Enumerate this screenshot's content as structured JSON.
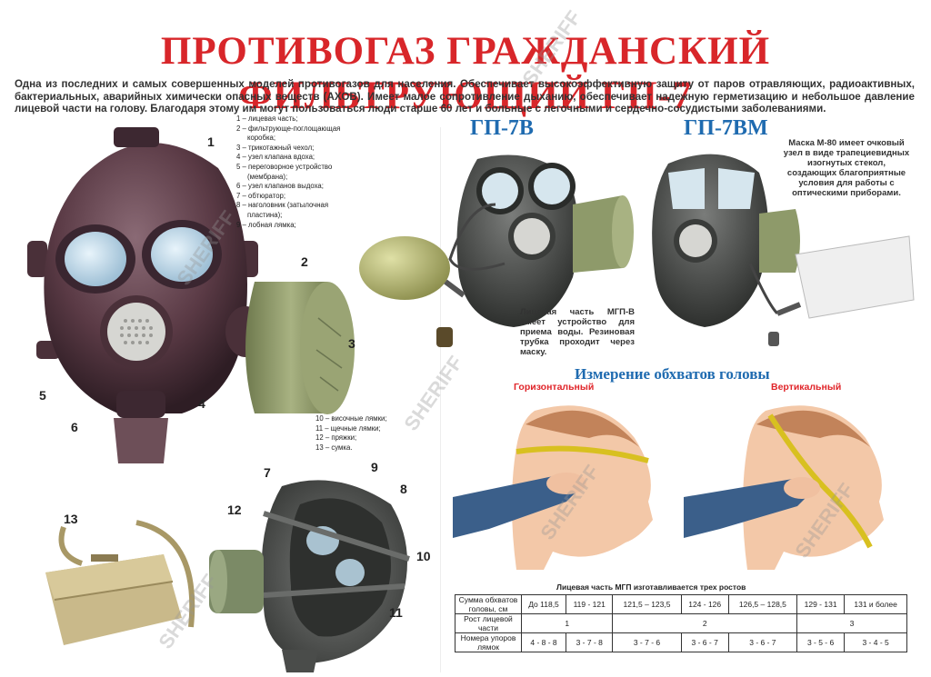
{
  "title": "ПРОТИВОГАЗ ГРАЖДАНСКИЙ ФИЛЬТРУЮЩИЙ ГП-7",
  "intro": "Одна из последних и самых совершенных моделей противогазов для населения. Обеспечивает высокоэффективную защиту от паров отравляющих, радиоактивных, бактериальных, аварийных химически опасных веществ (АХОВ). Имеет малое сопротивление дыханию, обеспечивает надежную герметизацию и небольшое давление лицевой части на голову. Благодаря этому им могут пользоваться люди старше 60 лет и больные с легочными и сердечно-сосудистыми заболеваниями.",
  "legend_top": [
    "1 – лицевая часть;",
    "2 – фильтрующе-поглощающая",
    "коробка;",
    "3 – трикотажный чехол;",
    "4 – узел клапана вдоха;",
    "5 – переговорное устройство",
    "(мембрана);",
    "6 – узел клапанов выдоха;",
    "7 – обтюратор;",
    "8 – наголовник (затылочная",
    "пластина);",
    "9 – лобная лямка;"
  ],
  "legend_bottom": [
    "10 – височные лямки;",
    "11 – щечные лямки;",
    "12 – пряжки;",
    "13 – сумка."
  ],
  "callouts": {
    "n1": "1",
    "n2": "2",
    "n3": "3",
    "n4": "4",
    "n5": "5",
    "n6": "6",
    "n7": "7",
    "n8": "8",
    "n9": "9",
    "n10": "10",
    "n11": "11",
    "n12": "12",
    "n13": "13"
  },
  "variants": {
    "v1": "ГП-7В",
    "v2": "ГП-7ВМ"
  },
  "note_v": "Лицевая часть МГП-В имеет устройство для приема воды. Резиновая трубка проходит через маску.",
  "note_vm": "Маска М-80 имеет очковый узел в виде трапециевидных изогнутых стекол, создающих благоприятные условия для работы с оптическими приборами.",
  "measure": {
    "heading": "Измерение обхватов головы",
    "horizontal": "Горизонтальный",
    "vertical": "Вертикальный"
  },
  "table": {
    "caption": "Лицевая часть МГП изготавливается трех ростов",
    "row1_label": "Сумма обхватов головы, см",
    "row1": [
      "До 118,5",
      "119 - 121",
      "121,5 – 123,5",
      "124 - 126",
      "126,5 – 128,5",
      "129 - 131",
      "131 и более"
    ],
    "row2_label": "Рост лицевой части",
    "row2": [
      "1",
      "2",
      "3"
    ],
    "row3_label": "Номера упоров лямок",
    "row3": [
      "4 - 8 - 8",
      "3 - 7 - 8",
      "3 - 7 - 6",
      "3 - 6 - 7",
      "3 - 6 - 7",
      "3 - 5 - 6",
      "3 - 4 - 5"
    ]
  },
  "watermark": "SHERIFF",
  "colors": {
    "title": "#d8262a",
    "blue": "#1f6bb0",
    "rubber": "#5a3a45",
    "canister": "#8e9a6a",
    "skin": "#f3c8a8",
    "bag": "#c9b98a"
  }
}
